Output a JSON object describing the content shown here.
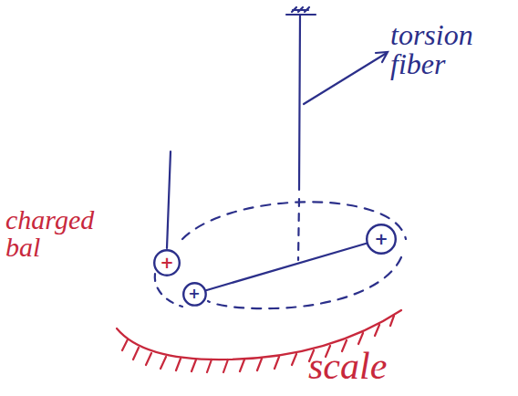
{
  "diagram": {
    "nodes": [
      {
        "text": [
          "+"
        ]
      },
      {
        "text": [
          "+"
        ]
      },
      {
        "text": [
          "+"
        ]
      }
    ],
    "edges": [
      {
        "from": 0,
        "to": 2,
        "arrow": "none"
      }
    ],
    "labels": [
      "torsion fiber",
      "charged bal",
      "scale"
    ]
  }
}
